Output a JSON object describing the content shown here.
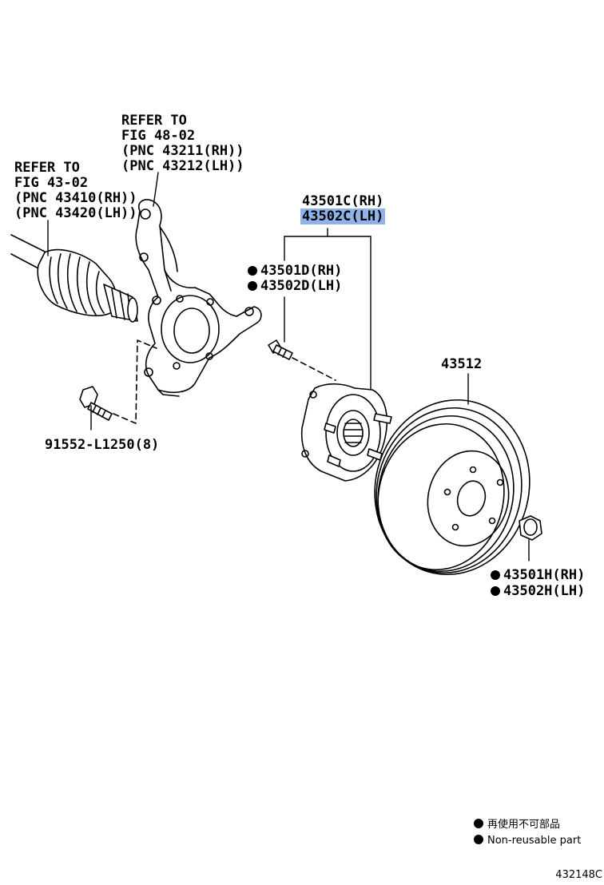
{
  "callouts": {
    "knuckle_ref": [
      "REFER TO",
      "FIG 48-02",
      "(PNC 43211(RH))",
      "(PNC 43212(LH))"
    ],
    "driveshaft_ref": [
      "REFER TO",
      "FIG 43-02",
      "(PNC 43410(RH))",
      "(PNC 43420(LH))"
    ],
    "hub_assembly": {
      "rh": "43501C(RH)",
      "lh": "43502C(LH)",
      "highlight": "#8fb3e8"
    },
    "hub_bolt": {
      "rh": "43501D(RH)",
      "lh": "43502D(LH)"
    },
    "knuckle_bolt": "91552-L1250(8)",
    "disc": "43512",
    "hub_nut": {
      "rh": "43501H(RH)",
      "lh": "43502H(LH)"
    }
  },
  "legend": {
    "marker_icon": "filled-circle",
    "japanese": "再使用不可部品",
    "english": "Non-reusable part"
  },
  "figure_id": "432148C"
}
